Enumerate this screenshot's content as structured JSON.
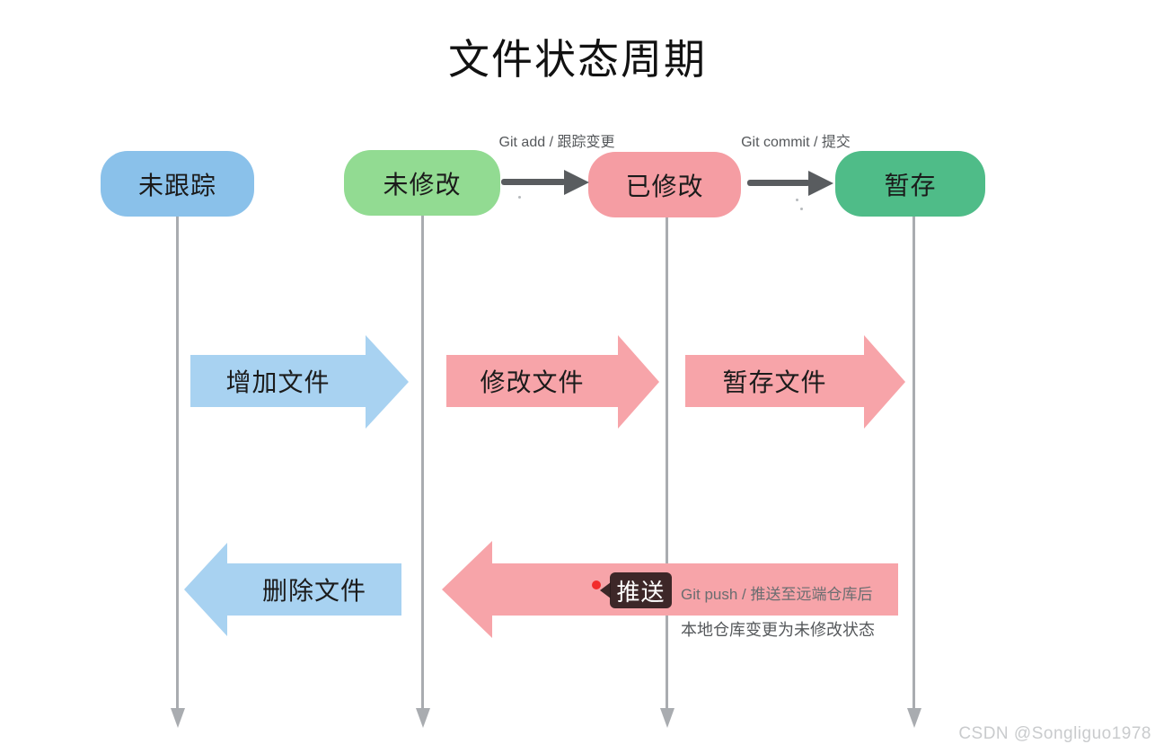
{
  "title": "文件状态周期",
  "colors": {
    "state_untracked": "#8AC1EA",
    "state_unmodified": "#92DB92",
    "state_modified": "#F59DA3",
    "state_staged": "#4FBC88",
    "arrow_blue": "#A8D2F1",
    "arrow_pink": "#F7A4A9",
    "transition_arrow": "#595C5F",
    "lifeline_gray": "#A9ACB0",
    "tooltip_bg": "rgba(40,26,26,0.9)",
    "red_dot": "#F22C2C"
  },
  "states": [
    {
      "id": "untracked",
      "label": "未跟踪"
    },
    {
      "id": "unmodified",
      "label": "未修改"
    },
    {
      "id": "modified",
      "label": "已修改"
    },
    {
      "id": "staged",
      "label": "暂存"
    }
  ],
  "transitions": [
    {
      "id": "git-add",
      "label": "Git add / 跟踪变更"
    },
    {
      "id": "git-commit",
      "label": "Git commit / 提交"
    }
  ],
  "action_arrows": [
    {
      "id": "add-file",
      "label": "增加文件",
      "direction": "right",
      "color": "blue"
    },
    {
      "id": "modify-file",
      "label": "修改文件",
      "direction": "right",
      "color": "pink"
    },
    {
      "id": "stage-file",
      "label": "暂存文件",
      "direction": "right",
      "color": "pink"
    },
    {
      "id": "delete-file",
      "label": "删除文件",
      "direction": "left",
      "color": "blue"
    },
    {
      "id": "push",
      "label": "",
      "direction": "left",
      "color": "pink"
    }
  ],
  "push_annotation": {
    "tooltip_label": "推送",
    "note_line1": "Git push / 推送至远端仓库后",
    "note_line2": "本地仓库变更为未修改状态"
  },
  "watermark": "CSDN @Songliguo1978"
}
